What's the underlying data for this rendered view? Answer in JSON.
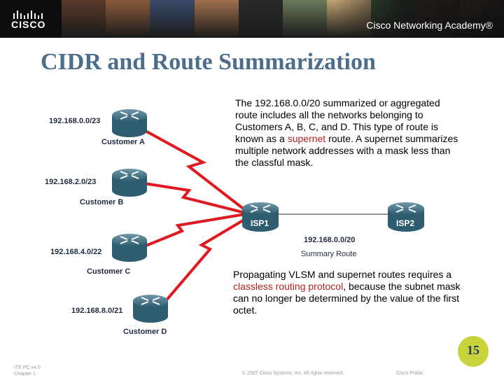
{
  "header": {
    "brand": "CISCO",
    "academy": "Cisco Networking Academy®",
    "photo_colors": [
      "#5a3a2a",
      "#8a5a3a",
      "#3a4a6a",
      "#a07050",
      "#2a2a2a",
      "#6a7a5a",
      "#c0a070",
      "#3a5a3a",
      "#7a4a3a",
      "#b08060"
    ]
  },
  "slide": {
    "title": "CIDR and Route Summarization",
    "paragraph1_before": "The 192.168.0.0/20 summarized or aggregated route includes all the networks belonging to Customers A, B, C, and D. This type of route is known as a ",
    "paragraph1_highlight": "supernet",
    "paragraph1_after": " route. A supernet summarizes multiple network addresses with a mask less than the classful mask.",
    "paragraph2_before": "Propagating VLSM and supernet routes requires a ",
    "paragraph2_highlight": "classless routing protocol",
    "paragraph2_after": ", because the subnet mask can no longer be determined by the value of the first octet."
  },
  "diagram": {
    "customers": [
      {
        "network": "192.168.0.0/23",
        "name": "Customer A"
      },
      {
        "network": "192.168.2.0/23",
        "name": "Customer B"
      },
      {
        "network": "192.168.4.0/22",
        "name": "Customer C"
      },
      {
        "network": "192.168.8.0/21",
        "name": "Customer D"
      }
    ],
    "isp1": "ISP1",
    "isp2": "ISP2",
    "summary_network": "192.168.0.0/20",
    "summary_label": "Summary Route",
    "link_color": "#e01820"
  },
  "footer": {
    "course": "ITE PC v4.0",
    "chapter": "Chapter 1",
    "copyright": "© 2007 Cisco Systems, Inc. All rights reserved.",
    "classification": "Cisco Public",
    "page": "15"
  }
}
